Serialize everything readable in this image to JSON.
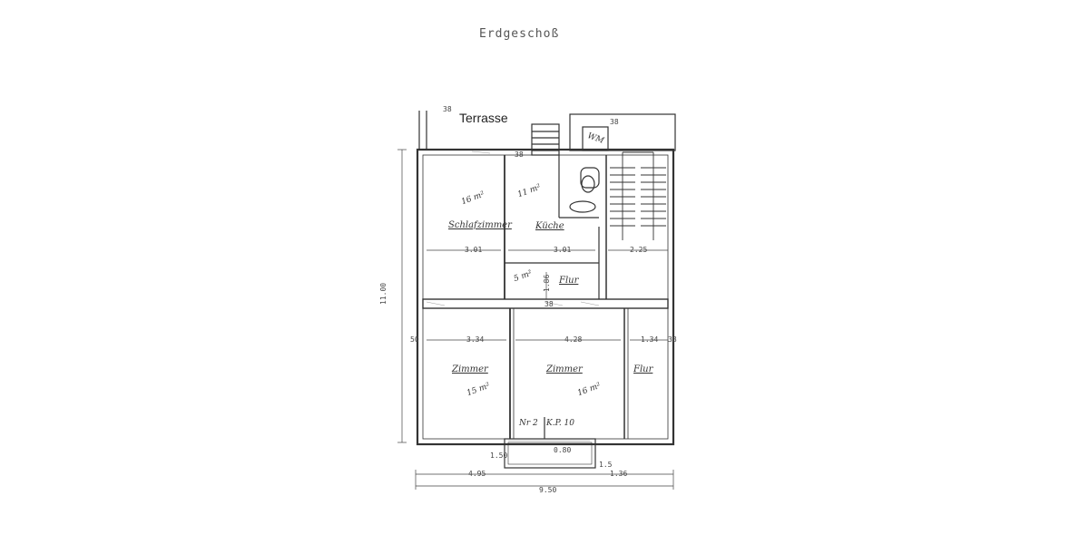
{
  "plan": {
    "title": "Erdgeschoß",
    "terrace_label": "Terrasse",
    "rooms": [
      {
        "id": "schlafzimmer",
        "label": "Schlafzimmer",
        "area": "16 m²"
      },
      {
        "id": "kueche",
        "label": "Küche",
        "area": "11 m²"
      },
      {
        "id": "flur-oben",
        "label": "Flur",
        "area": "5 m²"
      },
      {
        "id": "zimmer-links",
        "label": "Zimmer",
        "area": "15 m²"
      },
      {
        "id": "zimmer-mitte",
        "label": "Zimmer",
        "area": "16 m²"
      },
      {
        "id": "flur-rechts",
        "label": "Flur",
        "area": ""
      }
    ],
    "fixtures": {
      "washing_machine": "WM"
    },
    "balcony_labels": {
      "left": "Nr 2",
      "right": "K.P. 10"
    },
    "dimensions": {
      "top_terrace": "38",
      "top_stair": "38",
      "top_mid": "38",
      "schlafzimmer_width": "3.01",
      "kueche_width": "3.01",
      "stair_width": "2.25",
      "flur_height": "1.86",
      "flur_wall": "38",
      "zimmer_left_width": "3.34",
      "zimmer_mid_width": "4.28",
      "flur_right_width": "1.34",
      "left_wall": "50",
      "right_wall": "38",
      "total_height": "11.00",
      "balcony_depth": "1.50",
      "balcony_mid": "0.80",
      "balcony_right": "1.5",
      "bottom_left": "4.95",
      "bottom_right": "1.36",
      "total_width": "9.50"
    }
  }
}
